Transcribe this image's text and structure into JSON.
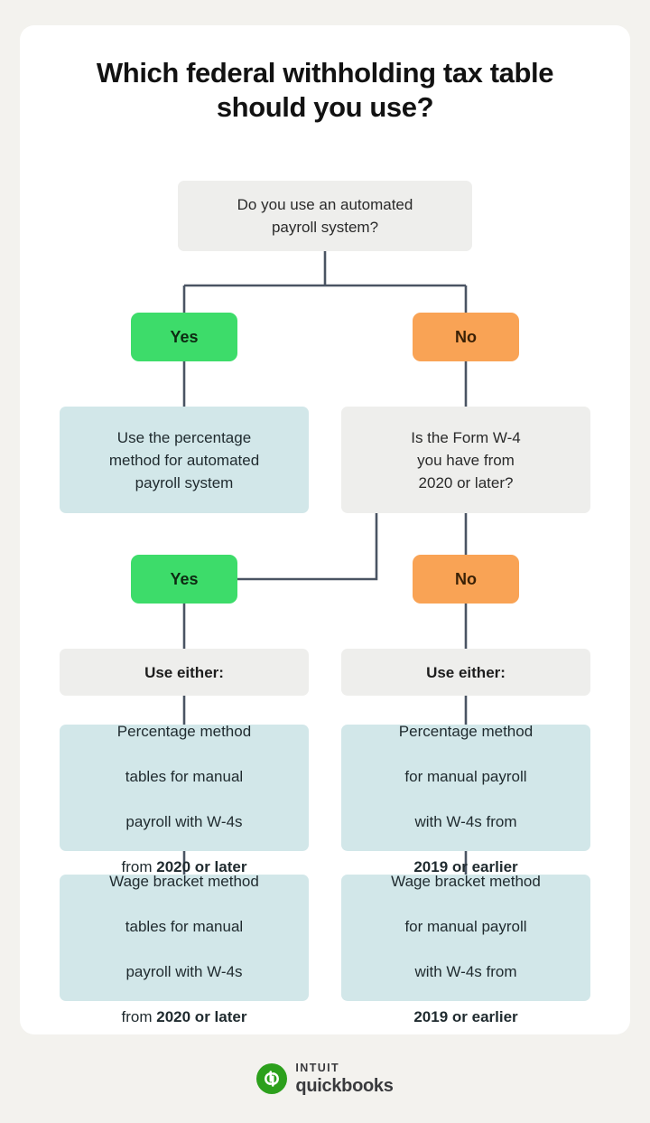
{
  "page": {
    "background_color": "#f3f2ee",
    "card_color": "#ffffff"
  },
  "title": "Which federal withholding tax table should you use?",
  "colors": {
    "yes_green": "#3ddc6a",
    "no_orange": "#f9a355",
    "answer_blue": "#d2e7e9",
    "question_grey": "#eeeeec",
    "connector": "#4a5463",
    "brand_green": "#2ca01c"
  },
  "flowchart": {
    "type": "decision-tree",
    "nodes": [
      {
        "id": "q1",
        "kind": "question",
        "text": "Do you use an automated\npayroll system?"
      },
      {
        "id": "q1-yes",
        "kind": "yes",
        "text": "Yes"
      },
      {
        "id": "q1-no",
        "kind": "no",
        "text": "No"
      },
      {
        "id": "a-automated",
        "kind": "answer",
        "text": "Use the percentage\nmethod for automated\npayroll system"
      },
      {
        "id": "q2",
        "kind": "question",
        "text": "Is the Form W-4\nyou have from\n2020 or later?"
      },
      {
        "id": "q2-yes",
        "kind": "yes",
        "text": "Yes"
      },
      {
        "id": "q2-no",
        "kind": "no",
        "text": "No"
      },
      {
        "id": "use-either-left",
        "kind": "label",
        "text": "Use either:"
      },
      {
        "id": "use-either-right",
        "kind": "label",
        "text": "Use either:"
      },
      {
        "id": "pct-2020",
        "kind": "answer",
        "text_lines": [
          "Percentage method",
          "tables for manual",
          "payroll with W-4s",
          "from "
        ],
        "emphasis": "2020 or later"
      },
      {
        "id": "pct-2019",
        "kind": "answer",
        "text_lines": [
          "Percentage method",
          "for manual payroll",
          "with W-4s from",
          ""
        ],
        "emphasis": "2019 or earlier"
      },
      {
        "id": "wage-2020",
        "kind": "answer",
        "text_lines": [
          "Wage bracket method",
          "tables for manual",
          "payroll with W-4s",
          "from "
        ],
        "emphasis": "2020 or later"
      },
      {
        "id": "wage-2019",
        "kind": "answer",
        "text_lines": [
          "Wage bracket method",
          "for manual payroll",
          "with W-4s from",
          ""
        ],
        "emphasis": "2019 or earlier"
      }
    ],
    "edges": [
      {
        "from": "q1",
        "to": "q1-yes"
      },
      {
        "from": "q1",
        "to": "q1-no"
      },
      {
        "from": "q1-yes",
        "to": "a-automated"
      },
      {
        "from": "q1-no",
        "to": "q2"
      },
      {
        "from": "q2",
        "to": "q2-yes"
      },
      {
        "from": "q2",
        "to": "q2-no"
      },
      {
        "from": "q2-yes",
        "to": "use-either-left"
      },
      {
        "from": "q2-no",
        "to": "use-either-right"
      },
      {
        "from": "use-either-left",
        "to": "pct-2020"
      },
      {
        "from": "pct-2020",
        "to": "wage-2020"
      },
      {
        "from": "use-either-right",
        "to": "pct-2019"
      },
      {
        "from": "pct-2019",
        "to": "wage-2019"
      }
    ]
  },
  "footer": {
    "brand_top": "INTUIT",
    "brand_name": "quickbooks",
    "mark_letters": "qb"
  }
}
